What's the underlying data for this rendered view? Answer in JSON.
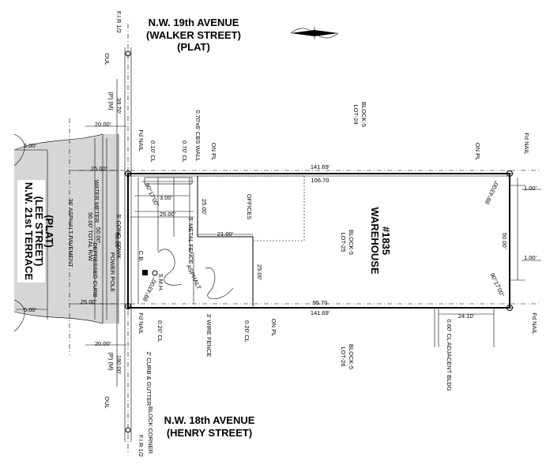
{
  "streets": {
    "north_name": "N.W. 19th AVENUE",
    "north_alias": "(WALKER STREET)",
    "north_plat": "(PLAT)",
    "south_name": "N.W. 18th AVENUE",
    "south_alias": "(HENRY STREET)",
    "west_name": "N.W. 21st TERRACE",
    "west_alias": "(LEE STREET)",
    "west_plat": "(PLAT)"
  },
  "building": {
    "name": "WAREHOUSE",
    "number": "#1835",
    "offices": "OFFICES"
  },
  "lots": {
    "north_lot": "LOT-24",
    "north_block": "BLOCK-5",
    "middle_lot": "LOT-25",
    "middle_block": "BLOCK-5",
    "south_lot": "LOT-26",
    "south_block": "BLOCK-5"
  },
  "dimensions": {
    "north_line": "141.69'",
    "south_line": "141.69'",
    "building_north": "106.70",
    "building_south": "95.70",
    "east_side": "50.00'",
    "west_side": "50.00'",
    "offset_25_top": "25.00'",
    "offset_25_mid": "25.00'",
    "offset_25_bottom": "25.00'",
    "offset_25_office": "25.00'",
    "offset_25_right": "25.00'",
    "offset_21": "21.00'",
    "offset_3": "3.00'",
    "offset_20_top": "20.00'",
    "offset_20_bottom": "20.00'",
    "offset_5_top": "5.00'",
    "offset_5_bottom": "5.00'",
    "offset_1_top": "1.00'",
    "offset_1_bottom": "1.00'",
    "offset_24": "24.10'",
    "angle_ne": "89°43'00\"",
    "angle_se": "90°17'00\"",
    "angle_nw": "90°17'00\"",
    "angle_sw": "89°43'00\""
  },
  "annotations": {
    "fir_top": "F.I.R 1/2",
    "fir_bottom": "F.I.R 1/2",
    "oul_top": "OUL",
    "oul_bottom": "OUL",
    "ref_top": "(P) (M)",
    "ref_top_val": "39.70'",
    "ref_bottom": "(P) (M)",
    "ref_bottom_val": "180.00'",
    "fd_nail_nw": "Fd NAIL",
    "fd_nail_sw": "Fd NAIL",
    "fd_nail_ne": "Fd NAIL",
    "fd_nail_se": "Fd NAIL",
    "cbs_wall": "0.70'x6' CBS WALL",
    "cl_070": "0.70' CL",
    "cl_010": "0.10' CL",
    "cl_020_left": "0.20' CL",
    "cl_020_right": "0.20' CL",
    "on_pl_top_left": "ON PL",
    "on_pl_top_right": "ON PL",
    "on_pl_bottom": "ON PL",
    "cl_adjacent": "0.60' CL ADJACENT BLDG",
    "water_meter": "WATER METER",
    "asphalt_pavement": "36' ASPHALT PAVEMENT",
    "total_rw": "50.00' TOTAL R/W",
    "depressed_curb": "DEPRESSED CURB",
    "power_pole": "POWER POLE",
    "conc_sdwk": "5' CONC. SDWK",
    "metal_fence": "5' METAL FENCE",
    "cb": "C.B.",
    "smh": "S.M.H.",
    "asphalt": "ASPHALT",
    "wire_fence": "3' WIRE FENCE",
    "curb_gutter": "2' CURB & GUTTER",
    "block_corner": "BLOCK CORNER",
    "dim_5000_west": "50.00'"
  }
}
